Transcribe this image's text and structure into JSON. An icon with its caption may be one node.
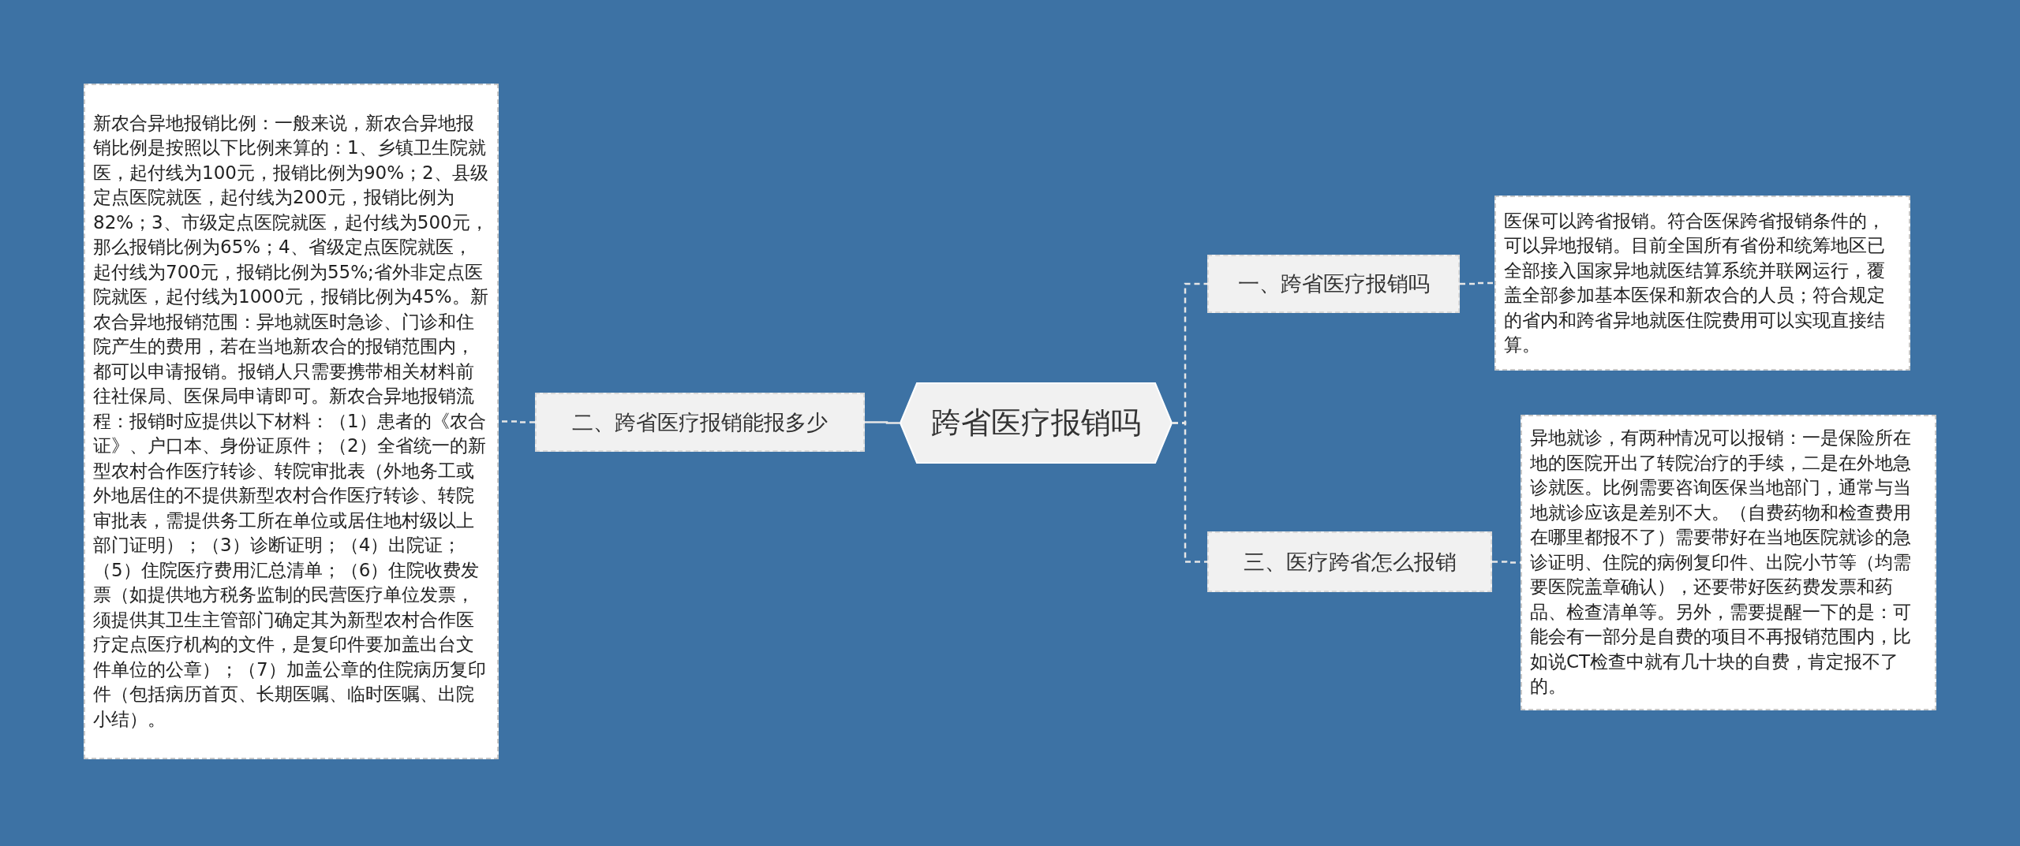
{
  "diagram": {
    "nodes": [
      {
        "text": [
          "跨省医疗报销吗"
        ]
      },
      {
        "text": [
          "一、跨省医疗报销吗"
        ]
      },
      {
        "text": [
          "医保可以跨省报销。符合医保跨省报销条件的，可以异地报销。目前全国所有省份和统筹地区已全部接入国家异地就医结算系统并联网运行，覆盖全部参加基本医保和新农合的人员；符合规定的省内和跨省异地就医住院费用可以实现直接结算。"
        ]
      },
      {
        "text": [
          "二、跨省医疗报销能报多少"
        ]
      },
      {
        "text": [
          "新农合异地报销比例：一般来说，新农合异地报销比例是按照以下比例来算的：1、乡镇卫生院就医，起付线为100元，报销比例为90%；2、县级定点医院就医，起付线为200元，报销比例为82%；3、市级定点医院就医，起付线为500元，那么报销比例为65%；4、省级定点医院就医，起付线为700元，报销比例为55%;省外非定点医院就医，起付线为1000元，报销比例为45%。新农合异地报销范围：异地就医时急诊、门诊和住院产生的费用，若在当地新农合的报销范围内，都可以申请报销。报销人只需要携带相关材料前往社保局、医保局申请即可。新农合异地报销流程：报销时应提供以下材料：（1）患者的《农合证》、户口本、身份证原件；（2）全省统一的新型农村合作医疗转诊、转院审批表（外地务工或外地居住的不提供新型农村合作医疗转诊、转院审批表，需提供务工所在单位或居住地村级以上部门证明）；（3）诊断证明；（4）出院证；（5）住院医疗费用汇总清单；（6）住院收费发票（如提供地方税务监制的民营医疗单位发票，须提供其卫生主管部门确定其为新型农村合作医疗定点医疗机构的文件，是复印件要加盖出台文件单位的公章）；（7）加盖公章的住院病历复印件（包括病历首页、长期医嘱、临时医嘱、出院小结）。"
        ]
      },
      {
        "text": [
          "三、医疗跨省怎么报销"
        ]
      },
      {
        "text": [
          "异地就诊，有两种情况可以报销：一是保险所在地的医院开出了转院治疗的手续，二是在外地急诊就医。比例需要咨询医保当地部门，通常与当地就诊应该是差别不大。（自费药物和检查费用在哪里都报不了）需要带好在当地医院就诊的急诊证明、住院的病例复印件、出院小节等（均需要医院盖章确认），还要带好医药费发票和药品、检查清单等。另外，需要提醒一下的是：可能会有一部分是自费的项目不再报销范围内，比如说CT检查中就有几十块的自费，肯定报不了的。"
        ]
      }
    ],
    "edges": [
      {
        "from": 0,
        "to": 1,
        "arrow": "none",
        "style": "dashed"
      },
      {
        "from": 1,
        "to": 2,
        "arrow": "none",
        "style": "dashed"
      },
      {
        "from": 0,
        "to": 3,
        "arrow": "none"
      },
      {
        "from": 3,
        "to": 4,
        "arrow": "none",
        "style": "dashed"
      },
      {
        "from": 0,
        "to": 5,
        "arrow": "none",
        "style": "dashed"
      },
      {
        "from": 5,
        "to": 6,
        "arrow": "none",
        "style": "dashed"
      }
    ]
  }
}
